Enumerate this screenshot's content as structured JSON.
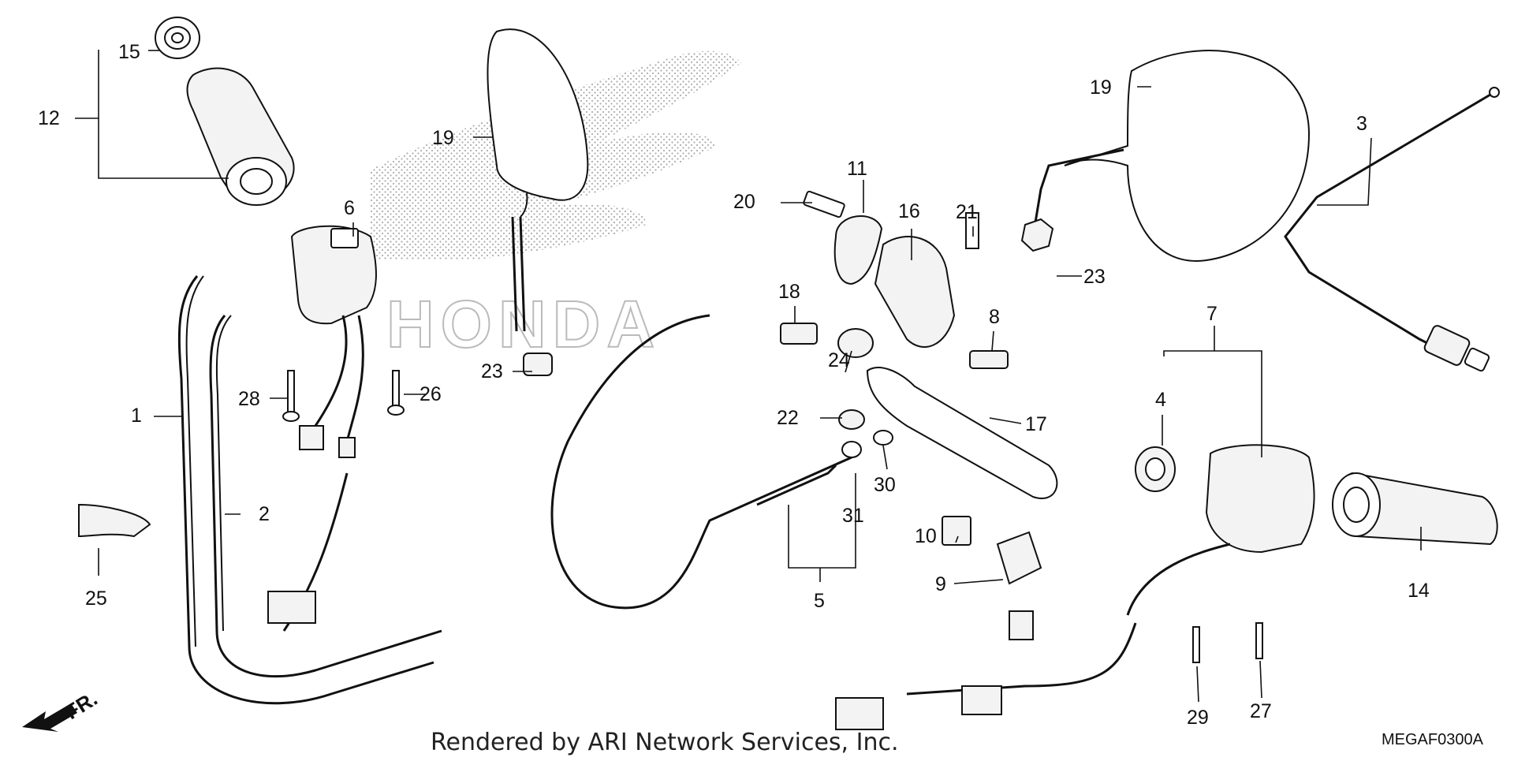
{
  "brand": {
    "watermark_text": "HONDA"
  },
  "callouts": [
    {
      "id": "c15",
      "text": "15"
    },
    {
      "id": "c12",
      "text": "12"
    },
    {
      "id": "c19a",
      "text": "19"
    },
    {
      "id": "c19b",
      "text": "19"
    },
    {
      "id": "c3",
      "text": "3"
    },
    {
      "id": "c6",
      "text": "6"
    },
    {
      "id": "c11",
      "text": "11"
    },
    {
      "id": "c20",
      "text": "20"
    },
    {
      "id": "c16",
      "text": "16"
    },
    {
      "id": "c21",
      "text": "21"
    },
    {
      "id": "c23a",
      "text": "23"
    },
    {
      "id": "c23b",
      "text": "23"
    },
    {
      "id": "c18",
      "text": "18"
    },
    {
      "id": "c8",
      "text": "8"
    },
    {
      "id": "c7",
      "text": "7"
    },
    {
      "id": "c24",
      "text": "24"
    },
    {
      "id": "c28",
      "text": "28"
    },
    {
      "id": "c26",
      "text": "26"
    },
    {
      "id": "c4",
      "text": "4"
    },
    {
      "id": "c1",
      "text": "1"
    },
    {
      "id": "c22",
      "text": "22"
    },
    {
      "id": "c17",
      "text": "17"
    },
    {
      "id": "c30",
      "text": "30"
    },
    {
      "id": "c2",
      "text": "2"
    },
    {
      "id": "c31",
      "text": "31"
    },
    {
      "id": "c10",
      "text": "10"
    },
    {
      "id": "c14",
      "text": "14"
    },
    {
      "id": "c25",
      "text": "25"
    },
    {
      "id": "c9",
      "text": "9"
    },
    {
      "id": "c5",
      "text": "5"
    },
    {
      "id": "c29",
      "text": "29"
    },
    {
      "id": "c27",
      "text": "27"
    }
  ],
  "direction_marker": {
    "label": "FR."
  },
  "footer": {
    "rendered_by": "Rendered by ARI Network Services, Inc.",
    "diagram_code": "MEGAF0300A"
  }
}
